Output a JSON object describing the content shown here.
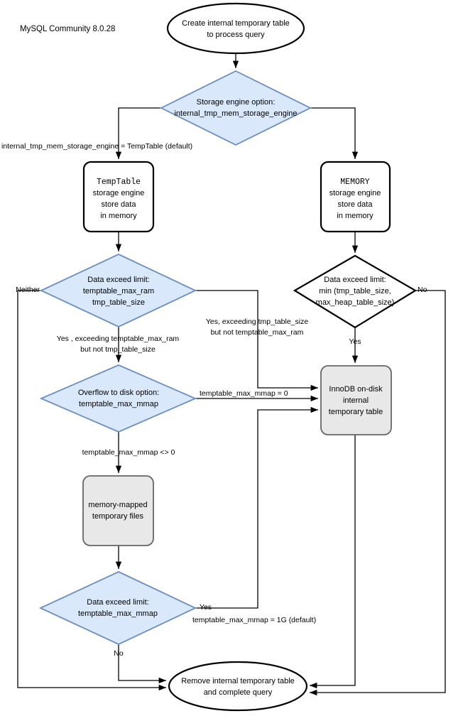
{
  "caption": {
    "text": "MySQL Community 8.0.28"
  },
  "nodes": {
    "start": {
      "name": "create-internal-temp-table",
      "lines": [
        "Create internal temporary table",
        "to process query"
      ]
    },
    "storage_engine_decision": {
      "name": "storage-engine-option-decision",
      "lines": [
        "Storage engine option:",
        "internal_tmp_mem_storage_engine"
      ]
    },
    "temptable_box": {
      "name": "temptable-storage-engine",
      "lines": [
        "TempTable",
        "storage engine",
        "store data",
        "in memory"
      ]
    },
    "memory_box": {
      "name": "memory-storage-engine",
      "lines": [
        "MEMORY",
        "storage engine",
        "store data",
        "in memory"
      ]
    },
    "temptable_limit_decision": {
      "name": "temptable-data-exceed-limit-decision",
      "lines": [
        "Data exceed limit:",
        "temptable_max_ram",
        "tmp_table_size"
      ]
    },
    "memory_limit_decision": {
      "name": "memory-data-exceed-limit-decision",
      "lines": [
        "Data exceed limit:",
        "min (tmp_table_size,",
        "max_heap_table_size)"
      ]
    },
    "overflow_decision": {
      "name": "overflow-to-disk-option-decision",
      "lines": [
        "Overflow to disk option:",
        "temptable_max_mmap"
      ]
    },
    "innodb_box": {
      "name": "innodb-on-disk-internal-temporary-table",
      "lines": [
        "InnoDB on-disk",
        "internal",
        "temporary table"
      ]
    },
    "mmap_files_box": {
      "name": "memory-mapped-temporary-files",
      "lines": [
        "memory-mapped",
        "temporary files"
      ]
    },
    "mmap_limit_decision": {
      "name": "mmap-data-exceed-limit-decision",
      "lines": [
        "Data exceed limit:",
        "temptable_max_mmap"
      ]
    },
    "end": {
      "name": "remove-internal-temp-table",
      "lines": [
        "Remove internal temporary table",
        "and complete query"
      ]
    }
  },
  "edge_labels": {
    "temptable_default": "internal_tmp_mem_storage_engine = TempTable (default)",
    "neither": "Neither",
    "yes_exceed_temptable_max_ram_line1": "Yes , exceeding temptable_max_ram",
    "yes_exceed_temptable_max_ram_line2": "but not tmp_table_size",
    "yes_exceed_tmp_table_size_line1": "Yes, exceeding tmp_table_size",
    "yes_exceed_tmp_table_size_line2": "but not temptable_max_ram",
    "no_right": "No",
    "yes_memory": "Yes",
    "mmap_zero": "temptable_max_mmap = 0",
    "mmap_nonzero": "temptable_max_mmap <> 0",
    "yes_mmap": "Yes",
    "mmap_default": "temptable_max_mmap = 1G (default)",
    "no_bottom": "No"
  },
  "colors": {
    "decision_fill": "#dae8fc",
    "decision_stroke": "#6c8ebf",
    "process_gray_fill": "#e8e8e8",
    "process_gray_stroke": "#666666",
    "line": "#000000",
    "background": "#ffffff"
  }
}
